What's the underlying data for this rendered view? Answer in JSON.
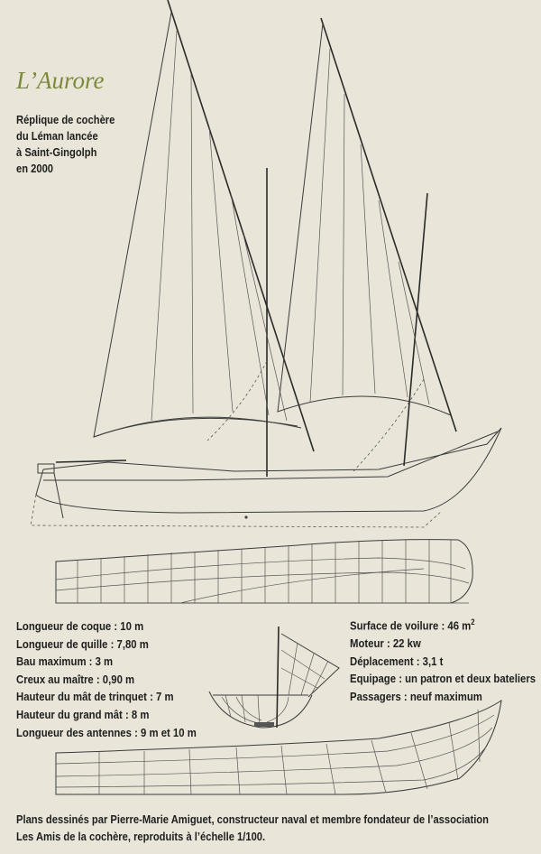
{
  "title": "L’Aurore",
  "subtitle": [
    "Réplique de cochère",
    "du Léman lancée",
    "à Saint-Gingolph",
    "en 2000"
  ],
  "specs_left": [
    "Longueur de coque : 10 m",
    "Longueur de quille : 7,80 m",
    "Bau maximum : 3 m",
    "Creux au maître : 0,90 m",
    "Hauteur du mât de trinquet : 7 m",
    "Hauteur du grand mât : 8 m",
    "Longueur des antennes : 9 m et 10 m"
  ],
  "specs_right": {
    "sail_area_label": "Surface de voilure : 46 m",
    "sail_area_sup": "2",
    "rows": [
      "Moteur : 22 kw",
      "Déplacement : 3,1 t",
      "Equipage : un patron et deux bateliers",
      "Passagers : neuf maximum"
    ]
  },
  "credits": [
    "Plans dessinés par Pierre-Marie Amiguet, constructeur naval et membre fondateur de l’association",
    "Les Amis de la cochère, reproduits à l’échelle 1/100."
  ]
}
